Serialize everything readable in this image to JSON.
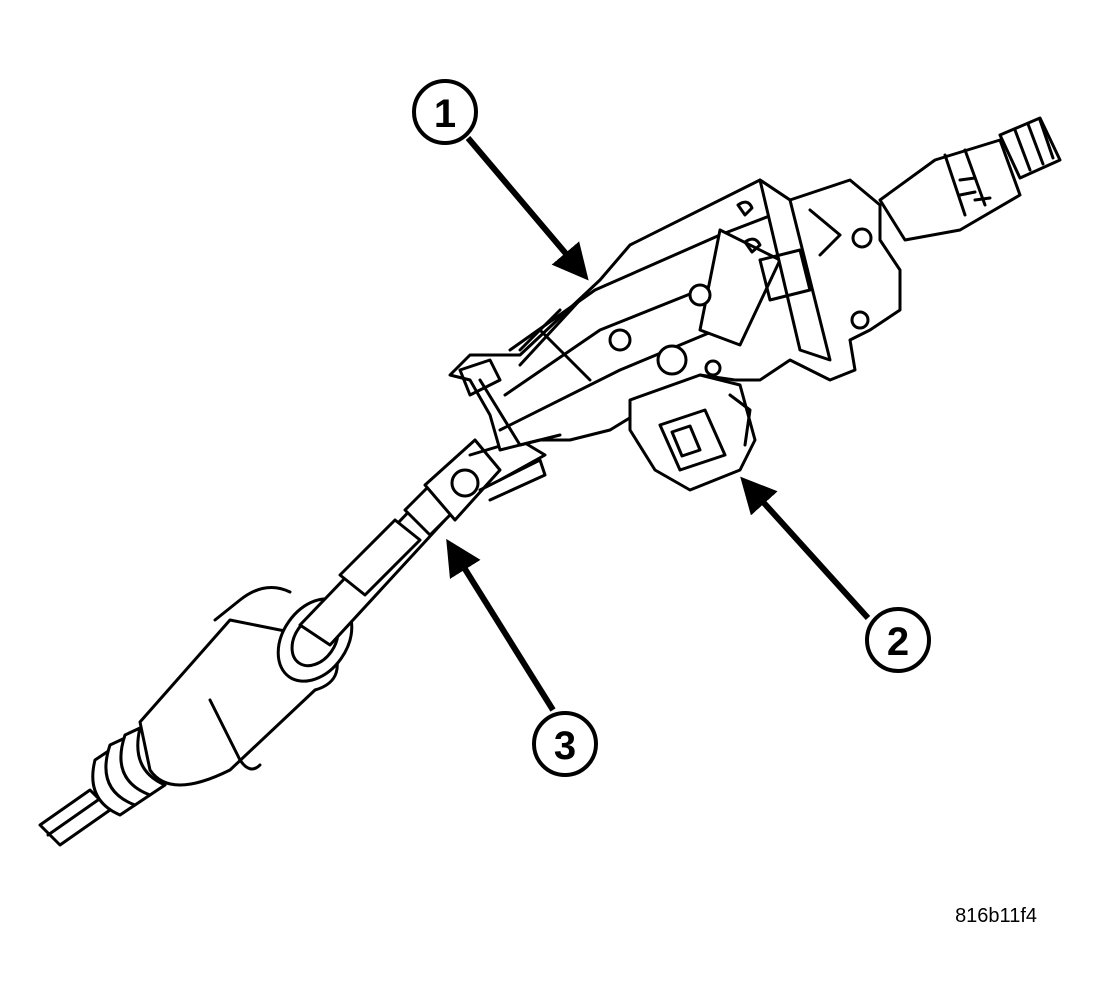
{
  "callouts": [
    {
      "id": "callout-1",
      "label": "1"
    },
    {
      "id": "callout-2",
      "label": "2"
    },
    {
      "id": "callout-3",
      "label": "3"
    }
  ],
  "figure_id": "816b11f4",
  "colors": {
    "line": "#000000",
    "background": "#ffffff"
  }
}
